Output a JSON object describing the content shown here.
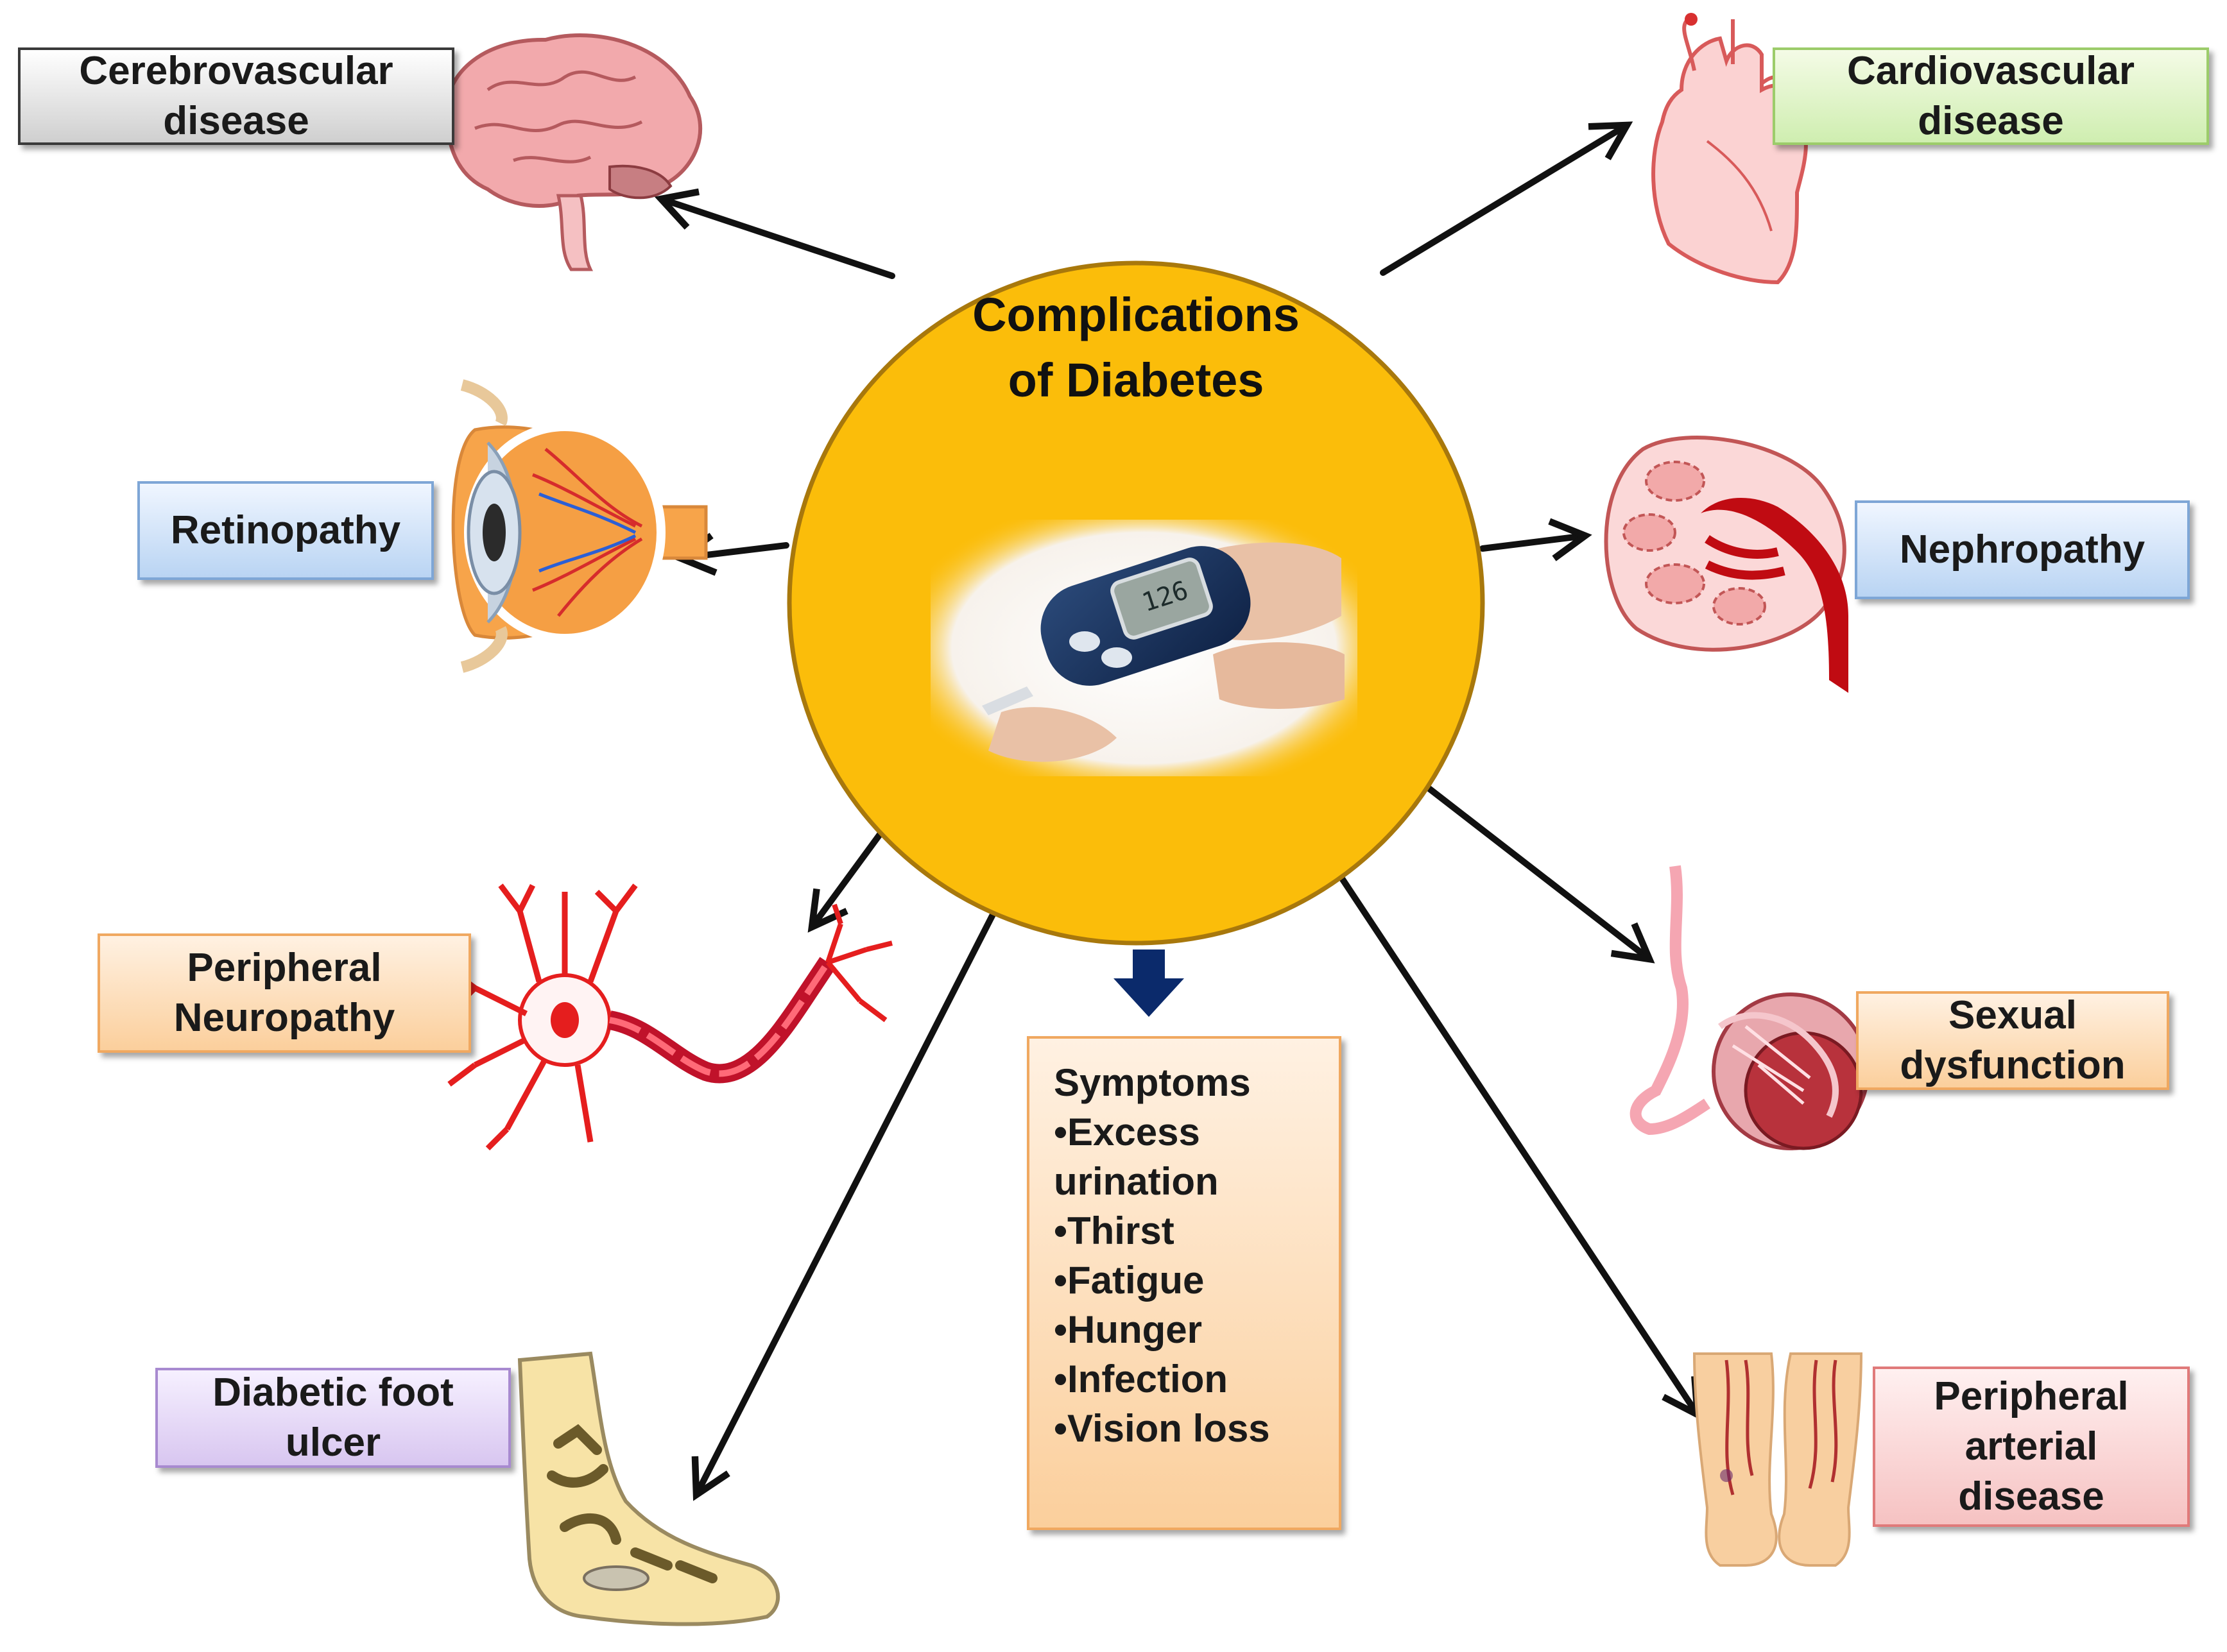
{
  "title": {
    "line1": "Complications",
    "line2": "of  Diabetes"
  },
  "complications": {
    "cerebrovascular": [
      "Cerebrovascular",
      "disease"
    ],
    "cardiovascular": [
      "Cardiovascular",
      "disease"
    ],
    "retinopathy": [
      "Retinopathy"
    ],
    "nephropathy": [
      "Nephropathy"
    ],
    "neuropathy": [
      "Peripheral",
      "Neuropathy"
    ],
    "sexual": [
      "Sexual",
      "dysfunction"
    ],
    "foot": [
      "Diabetic foot",
      "ulcer"
    ],
    "arterial": [
      "Peripheral",
      "arterial",
      "disease"
    ]
  },
  "symptoms": {
    "heading": "Symptoms",
    "items": [
      "•Excess",
      "urination",
      "•Thirst",
      "•Fatigue",
      "•Hunger",
      "•Infection",
      "•Vision loss"
    ]
  },
  "colors": {
    "hub_fill": "#fbbd0a",
    "hub_stroke": "#b8860b",
    "arrow": "#111111",
    "down_arrow": "#0b2a6b"
  },
  "icons": [
    "brain-icon",
    "heart-icon",
    "eye-icon",
    "kidney-icon",
    "neuron-icon",
    "reproductive-organ-icon",
    "foot-icon",
    "legs-icon",
    "glucose-meter-image"
  ]
}
